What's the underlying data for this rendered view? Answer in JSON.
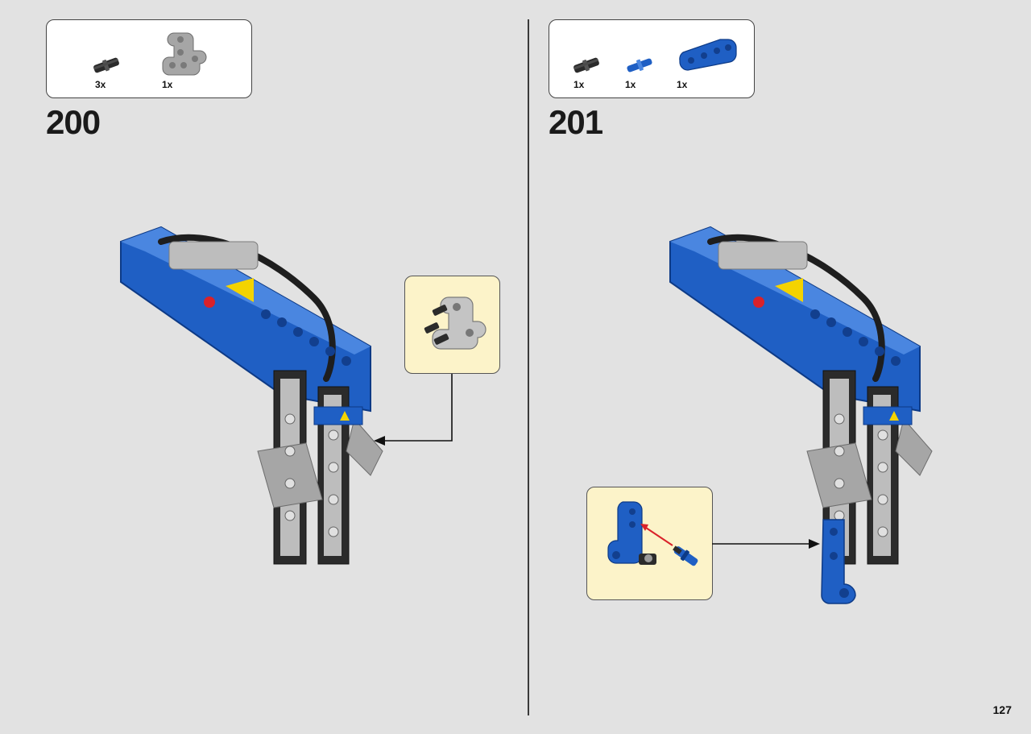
{
  "steps": [
    {
      "number": "200",
      "parts": [
        {
          "qty": "3x",
          "icon": "friction-pin-icon",
          "color": "#2b2b2b"
        },
        {
          "qty": "1x",
          "icon": "t-beam-icon",
          "color": "#a6a6a6"
        }
      ]
    },
    {
      "number": "201",
      "parts": [
        {
          "qty": "1x",
          "icon": "friction-pin-icon",
          "color": "#2b2b2b"
        },
        {
          "qty": "1x",
          "icon": "axle-pin-icon",
          "color": "#1f5fc4"
        },
        {
          "qty": "1x",
          "icon": "l-beam-icon",
          "color": "#1f5fc4"
        }
      ]
    }
  ],
  "page_number": "127",
  "colors": {
    "background": "#e2e2e2",
    "model_blue": "#1f5fc4",
    "callout_bg": "#fcf3c9",
    "arrow_red": "#d9222a"
  }
}
